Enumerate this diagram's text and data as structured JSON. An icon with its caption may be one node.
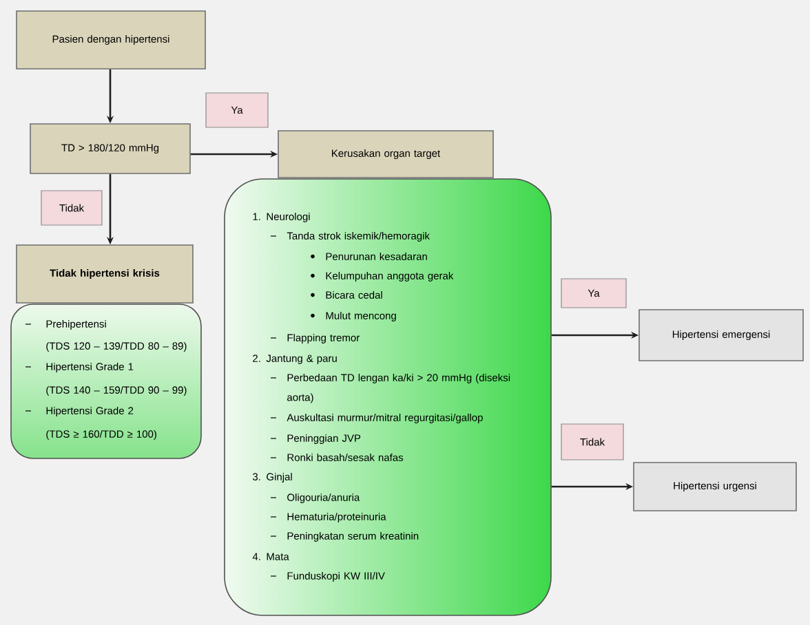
{
  "diagram": {
    "nodes": [
      {
        "text": [
          "Pasien dengan hipertensi"
        ]
      },
      {
        "text": [
          "TD > 180/120 mmHg"
        ]
      },
      {
        "text": [
          "Kerusakan organ target"
        ]
      },
      {
        "text": [
          "1. Neurologi",
          "Tanda strok iskemik/hemoragik",
          "Penurunan kesadaran",
          "Kelumpuhan anggota gerak",
          "Bicara cedal",
          "Mulut mencong",
          "Flapping tremor",
          "2. Jantung & paru",
          "Perbedaan TD lengan ka/ki > 20 mmHg (diseksi aorta)",
          "Auskultasi murmur/mitral regurgitasi/gallop",
          "Peninggian JVP",
          "Ronki basah/sesak nafas",
          "3. Ginjal",
          "Oligouria/anuria",
          "Hematuria/proteinuria",
          "Peningkatan serum kreatinin",
          "4. Mata",
          "Funduskopi KW III/IV"
        ]
      },
      {
        "text": [
          "Tidak hipertensi krisis"
        ]
      },
      {
        "text": [
          "Prehipertensi",
          "(TDS 120 – 139/TDD 80 – 89)",
          "Hipertensi Grade 1",
          "(TDS 140 – 159/TDD 90 – 99)",
          "Hipertensi Grade 2",
          "(TDS ≥ 160/TDD ≥ 100)"
        ]
      },
      {
        "text": [
          "Hipertensi emergensi"
        ]
      },
      {
        "text": [
          "Hipertensi urgensi"
        ]
      }
    ],
    "edges": [
      {
        "from": 0,
        "to": 1,
        "arrow": "to"
      },
      {
        "from": 1,
        "to": 2,
        "arrow": "to",
        "label": "Ya"
      },
      {
        "from": 1,
        "to": 4,
        "arrow": "to",
        "label": "Tidak"
      },
      {
        "from": 3,
        "to": 6,
        "arrow": "to",
        "label": "Ya"
      },
      {
        "from": 3,
        "to": 7,
        "arrow": "to",
        "label": "Tidak"
      }
    ]
  }
}
